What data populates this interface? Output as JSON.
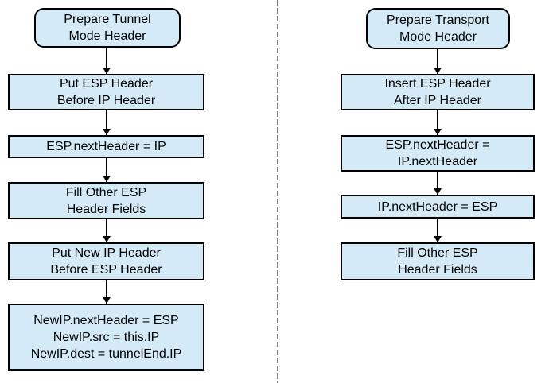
{
  "diagram": {
    "title": "ESP header preparation flowcharts",
    "colors": {
      "box_fill": "#d4ebf7",
      "box_border": "#000000",
      "text": "#000000",
      "divider": "#7f7f7f"
    }
  },
  "left_flow": {
    "name": "tunnel-mode",
    "nodes": [
      {
        "type": "rounded",
        "label": "Prepare Tunnel\nMode Header"
      },
      {
        "type": "rect",
        "label": "Put ESP Header\nBefore IP Header"
      },
      {
        "type": "rect",
        "label": "ESP.nextHeader = IP"
      },
      {
        "type": "rect",
        "label": "Fill Other ESP\nHeader Fields"
      },
      {
        "type": "rect",
        "label": "Put New IP Header\nBefore ESP Header"
      },
      {
        "type": "rect",
        "label": "NewIP.nextHeader = ESP\nNewIP.src = this.IP\nNewIP.dest = tunnelEnd.IP"
      }
    ]
  },
  "right_flow": {
    "name": "transport-mode",
    "nodes": [
      {
        "type": "rounded",
        "label": "Prepare Transport\nMode Header"
      },
      {
        "type": "rect",
        "label": "Insert ESP Header\nAfter IP Header"
      },
      {
        "type": "rect",
        "label": "ESP.nextHeader =\nIP.nextHeader"
      },
      {
        "type": "rect",
        "label": "IP.nextHeader = ESP"
      },
      {
        "type": "rect",
        "label": "Fill Other ESP\nHeader Fields"
      }
    ]
  }
}
